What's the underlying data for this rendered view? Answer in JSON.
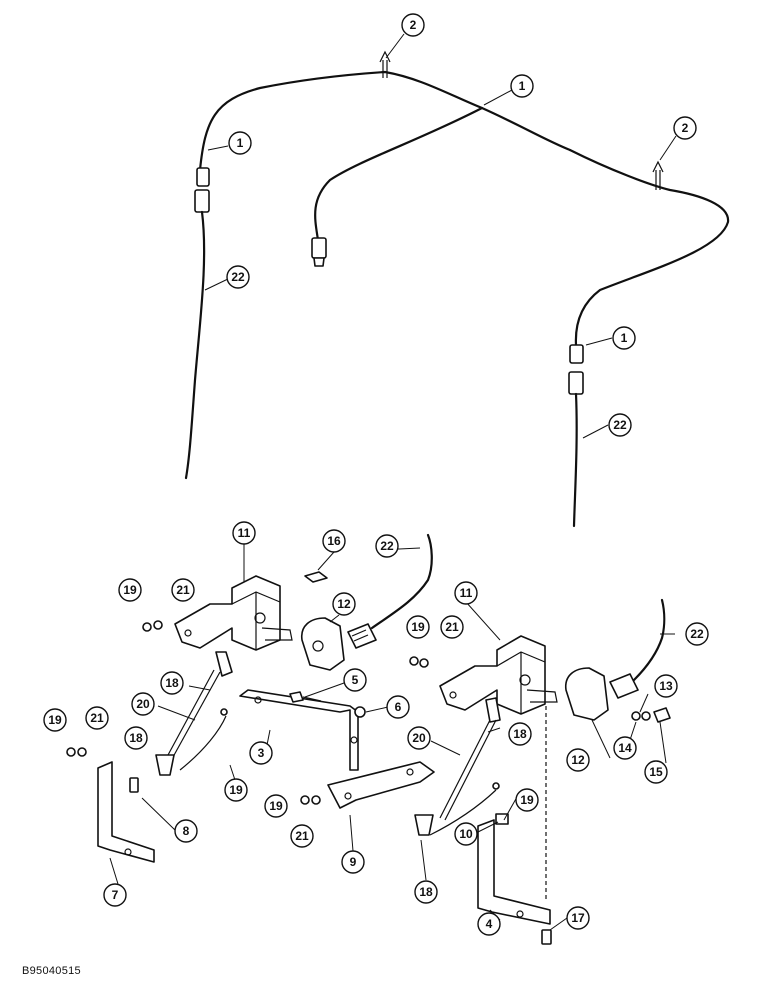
{
  "figure_id": "B95040515",
  "callouts": [
    {
      "label": "1"
    },
    {
      "label": "1"
    },
    {
      "label": "1"
    },
    {
      "label": "2"
    },
    {
      "label": "2"
    },
    {
      "label": "22"
    },
    {
      "label": "22"
    },
    {
      "label": "22"
    },
    {
      "label": "22"
    },
    {
      "label": "11"
    },
    {
      "label": "11"
    },
    {
      "label": "16"
    },
    {
      "label": "12"
    },
    {
      "label": "12"
    },
    {
      "label": "19"
    },
    {
      "label": "21"
    },
    {
      "label": "19"
    },
    {
      "label": "21"
    },
    {
      "label": "18"
    },
    {
      "label": "18"
    },
    {
      "label": "18"
    },
    {
      "label": "18"
    },
    {
      "label": "20"
    },
    {
      "label": "20"
    },
    {
      "label": "5"
    },
    {
      "label": "6"
    },
    {
      "label": "3"
    },
    {
      "label": "19"
    },
    {
      "label": "21"
    },
    {
      "label": "19"
    },
    {
      "label": "8"
    },
    {
      "label": "7"
    },
    {
      "label": "19"
    },
    {
      "label": "21"
    },
    {
      "label": "9"
    },
    {
      "label": "10"
    },
    {
      "label": "19"
    },
    {
      "label": "4"
    },
    {
      "label": "17"
    },
    {
      "label": "13"
    },
    {
      "label": "14"
    },
    {
      "label": "15"
    }
  ]
}
